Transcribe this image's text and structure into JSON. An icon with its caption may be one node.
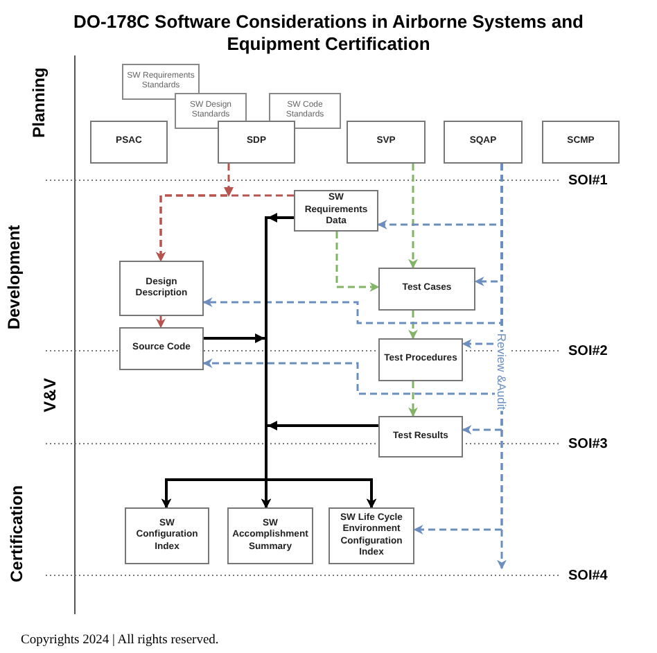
{
  "diagram": {
    "title": "DO-178C Software Considerations in Airborne Systems and Equipment Certification",
    "nodes": [
      {
        "text": [
          "SW Requirements Standards"
        ]
      },
      {
        "text": [
          "SW Design Standards"
        ]
      },
      {
        "text": [
          "SW Code Standards"
        ]
      },
      {
        "text": [
          "PSAC"
        ]
      },
      {
        "text": [
          "SDP"
        ]
      },
      {
        "text": [
          "SVP"
        ]
      },
      {
        "text": [
          "SQAP"
        ]
      },
      {
        "text": [
          "SCMP"
        ]
      },
      {
        "text": [
          "SW Requirements Data"
        ]
      },
      {
        "text": [
          "Design Description"
        ]
      },
      {
        "text": [
          "Test Cases"
        ]
      },
      {
        "text": [
          "Source Code"
        ]
      },
      {
        "text": [
          "Test Procedures"
        ]
      },
      {
        "text": [
          "Test Results"
        ]
      },
      {
        "text": [
          "SW Configuration Index"
        ]
      },
      {
        "text": [
          "SW Accomplishment Summary"
        ]
      },
      {
        "text": [
          "SW Life Cycle Environment Configuration Index"
        ]
      }
    ],
    "edges": [
      {
        "from": 4,
        "to": 9,
        "arrow": "to",
        "style": "dashed",
        "color": "#b85450"
      },
      {
        "from": 8,
        "to": 9,
        "arrow": "to",
        "style": "dashed",
        "color": "#b85450"
      },
      {
        "from": 9,
        "to": 11,
        "arrow": "to",
        "style": "dashed",
        "color": "#b85450"
      },
      {
        "from": 5,
        "to": 10,
        "arrow": "to",
        "style": "dashed",
        "color": "#82b366"
      },
      {
        "from": 8,
        "to": 10,
        "arrow": "to",
        "style": "dashed",
        "color": "#82b366"
      },
      {
        "from": 10,
        "to": 12,
        "arrow": "to",
        "style": "dashed",
        "color": "#82b366"
      },
      {
        "from": 12,
        "to": 13,
        "arrow": "to",
        "style": "dashed",
        "color": "#82b366"
      },
      {
        "from": 6,
        "to": 8,
        "arrow": "to",
        "style": "dashed",
        "color": "#6c8ebf"
      },
      {
        "from": 6,
        "to": 10,
        "arrow": "to",
        "style": "dashed",
        "color": "#6c8ebf"
      },
      {
        "from": 6,
        "to": 9,
        "arrow": "to",
        "style": "dashed",
        "color": "#6c8ebf"
      },
      {
        "from": 6,
        "to": 12,
        "arrow": "to",
        "style": "dashed",
        "color": "#6c8ebf"
      },
      {
        "from": 6,
        "to": 11,
        "arrow": "to",
        "style": "dashed",
        "color": "#6c8ebf"
      },
      {
        "from": 6,
        "to": 13,
        "arrow": "to",
        "style": "dashed",
        "color": "#6c8ebf"
      },
      {
        "from": 6,
        "to": 16,
        "arrow": "to",
        "style": "dashed",
        "color": "#6c8ebf"
      },
      {
        "from": 6,
        "to": null,
        "arrow": "to",
        "style": "dashed",
        "color": "#6c8ebf",
        "label": "Review &Audit"
      },
      {
        "from": 8,
        "to": 14,
        "arrow": "to"
      },
      {
        "from": 8,
        "to": 15,
        "arrow": "to"
      },
      {
        "from": 8,
        "to": 16,
        "arrow": "to"
      },
      {
        "from": 11,
        "to": 14,
        "arrow": "to"
      },
      {
        "from": 11,
        "to": 15,
        "arrow": "to"
      },
      {
        "from": 11,
        "to": 16,
        "arrow": "to"
      },
      {
        "from": 13,
        "to": 14,
        "arrow": "to"
      },
      {
        "from": 13,
        "to": 15,
        "arrow": "to"
      },
      {
        "from": 13,
        "to": 16,
        "arrow": "to"
      }
    ],
    "labels": [
      "Planning",
      "Development",
      "V&V",
      "Certification",
      "SOI#1",
      "SOI#2",
      "SOI#3",
      "SOI#4",
      "Copyrights 2024 | All rights reserved."
    ]
  }
}
